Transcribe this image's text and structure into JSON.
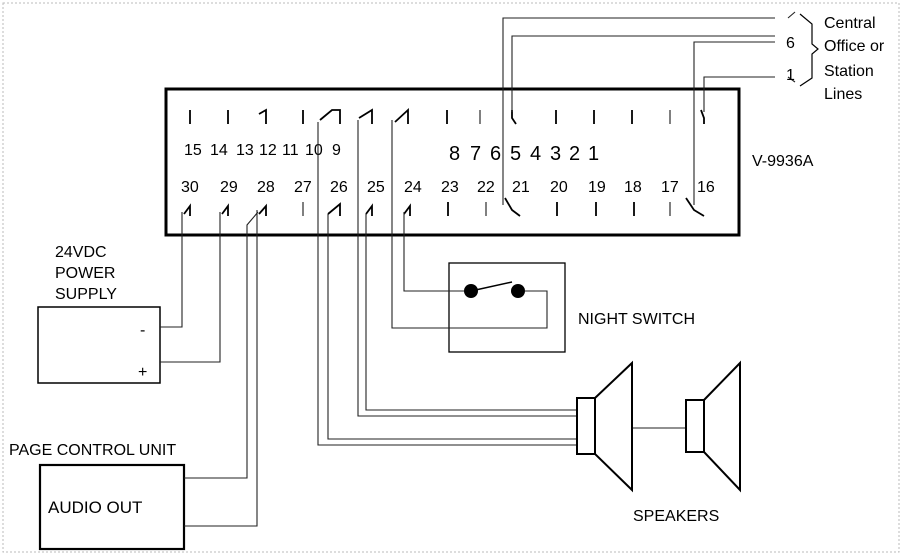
{
  "block": {
    "model": "V-9936A",
    "top_row": [
      "15",
      "14",
      "13",
      "12",
      "11",
      "10",
      "9"
    ],
    "top_row_large": [
      "8",
      "7",
      "6",
      "5",
      "4",
      "3",
      "2",
      "1"
    ],
    "bottom_row": [
      "30",
      "29",
      "28",
      "27",
      "26",
      "25",
      "24",
      "23",
      "22",
      "21",
      "20",
      "19",
      "18",
      "17",
      "16"
    ]
  },
  "lines": {
    "line_top_number": "6",
    "line_bottom_number": "1",
    "label_1": "Central",
    "label_2": "Office or",
    "label_3": "Station",
    "label_4": "Lines"
  },
  "power_supply": {
    "title_1": "24VDC",
    "title_2": "POWER",
    "title_3": "SUPPLY",
    "minus": "-",
    "plus": "+"
  },
  "page_control": {
    "title": "PAGE CONTROL UNIT",
    "box_label": "AUDIO OUT"
  },
  "night_switch": {
    "label": "NIGHT SWITCH"
  },
  "speakers": {
    "label": "SPEAKERS"
  }
}
